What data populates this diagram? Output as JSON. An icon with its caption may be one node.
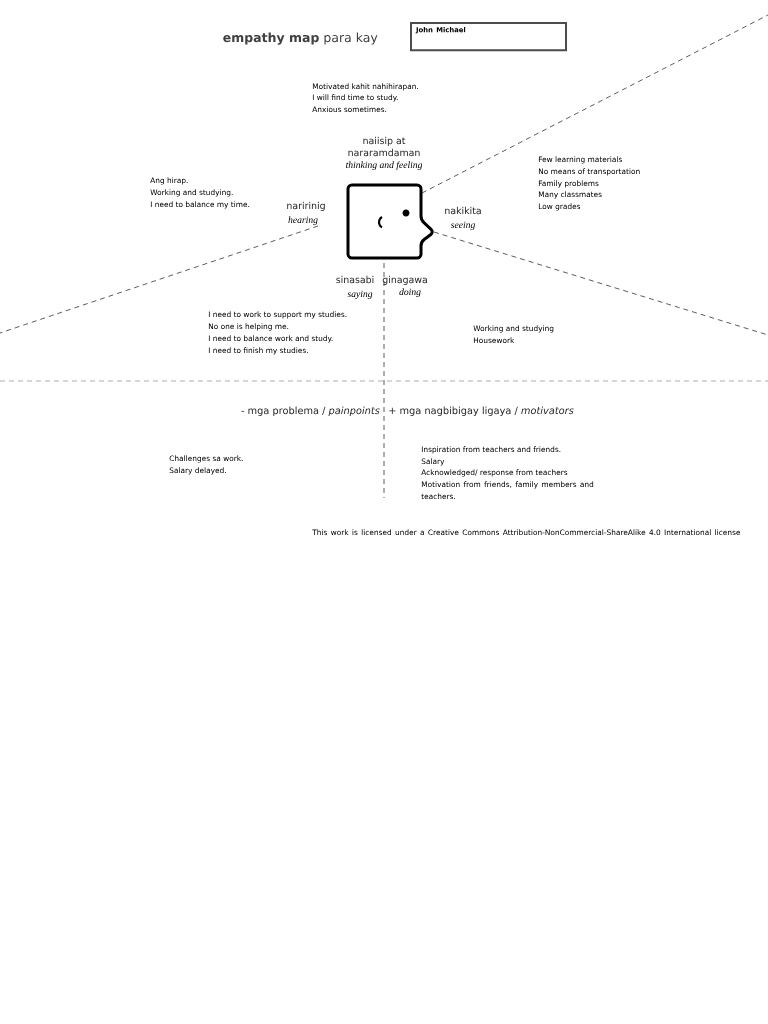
{
  "diagram": {
    "title": "**empathy map** para kay",
    "nodes": [
      {
        "text": [
          "John Michael"
        ]
      }
    ],
    "labels": [
      "Motivated kahit nahihirapan.",
      "I will find time to study.",
      "Anxious sometimes.",
      "naiisip at",
      "nararamdaman",
      "thinking and feeling",
      "Few learning materials",
      "No means of transportation",
      "Family problems",
      "Many classmates",
      "Low grades",
      "Ang hirap.",
      "Working and studying.",
      "I need to balance my time.",
      "naririnig",
      "hearing",
      "nakikita",
      "seeing",
      "sinasabi",
      "ginagawa",
      "saying",
      "doing",
      "I need to work to support my studies.",
      "No one is helping me.",
      "I need to balance work and study.",
      "I need to finish my studies.",
      "Working and studying",
      "Housework",
      "- mga problema / *painpoints*",
      "+ mga nagbibigay ligaya / *motivators*",
      "Challenges sa work.",
      "Salary delayed.",
      "Inspiration from teachers and friends.",
      "Salary",
      "Acknowledged/ response from teachers",
      "Motivation from friends, family members and teachers.",
      "This work is licensed under a Creative Commons Attribution-NonCommercial-ShareAlike 4.0 International license"
    ]
  }
}
